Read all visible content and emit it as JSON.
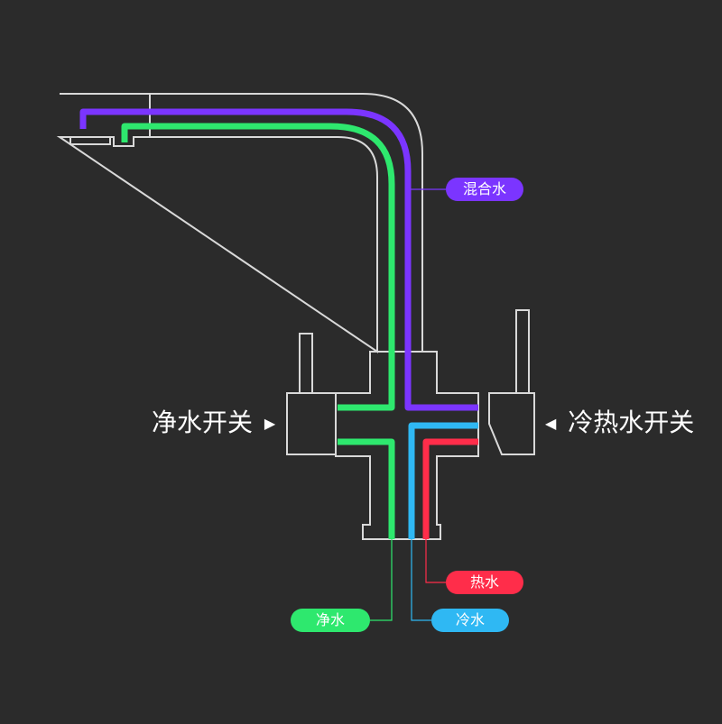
{
  "labels": {
    "mixed": "混合水",
    "purified_switch": "净水开关",
    "hot_cold_switch": "冷热水开关",
    "hot": "热水",
    "purified": "净水",
    "cold": "冷水"
  },
  "arrows": {
    "right": "▶",
    "left": "◀"
  },
  "colors": {
    "background": "#2b2b2b",
    "outline": "#d9d9d9",
    "mixed": "#7b35ff",
    "purified": "#2ee86e",
    "cold": "#2fb8f3",
    "hot": "#ff2d4a"
  }
}
